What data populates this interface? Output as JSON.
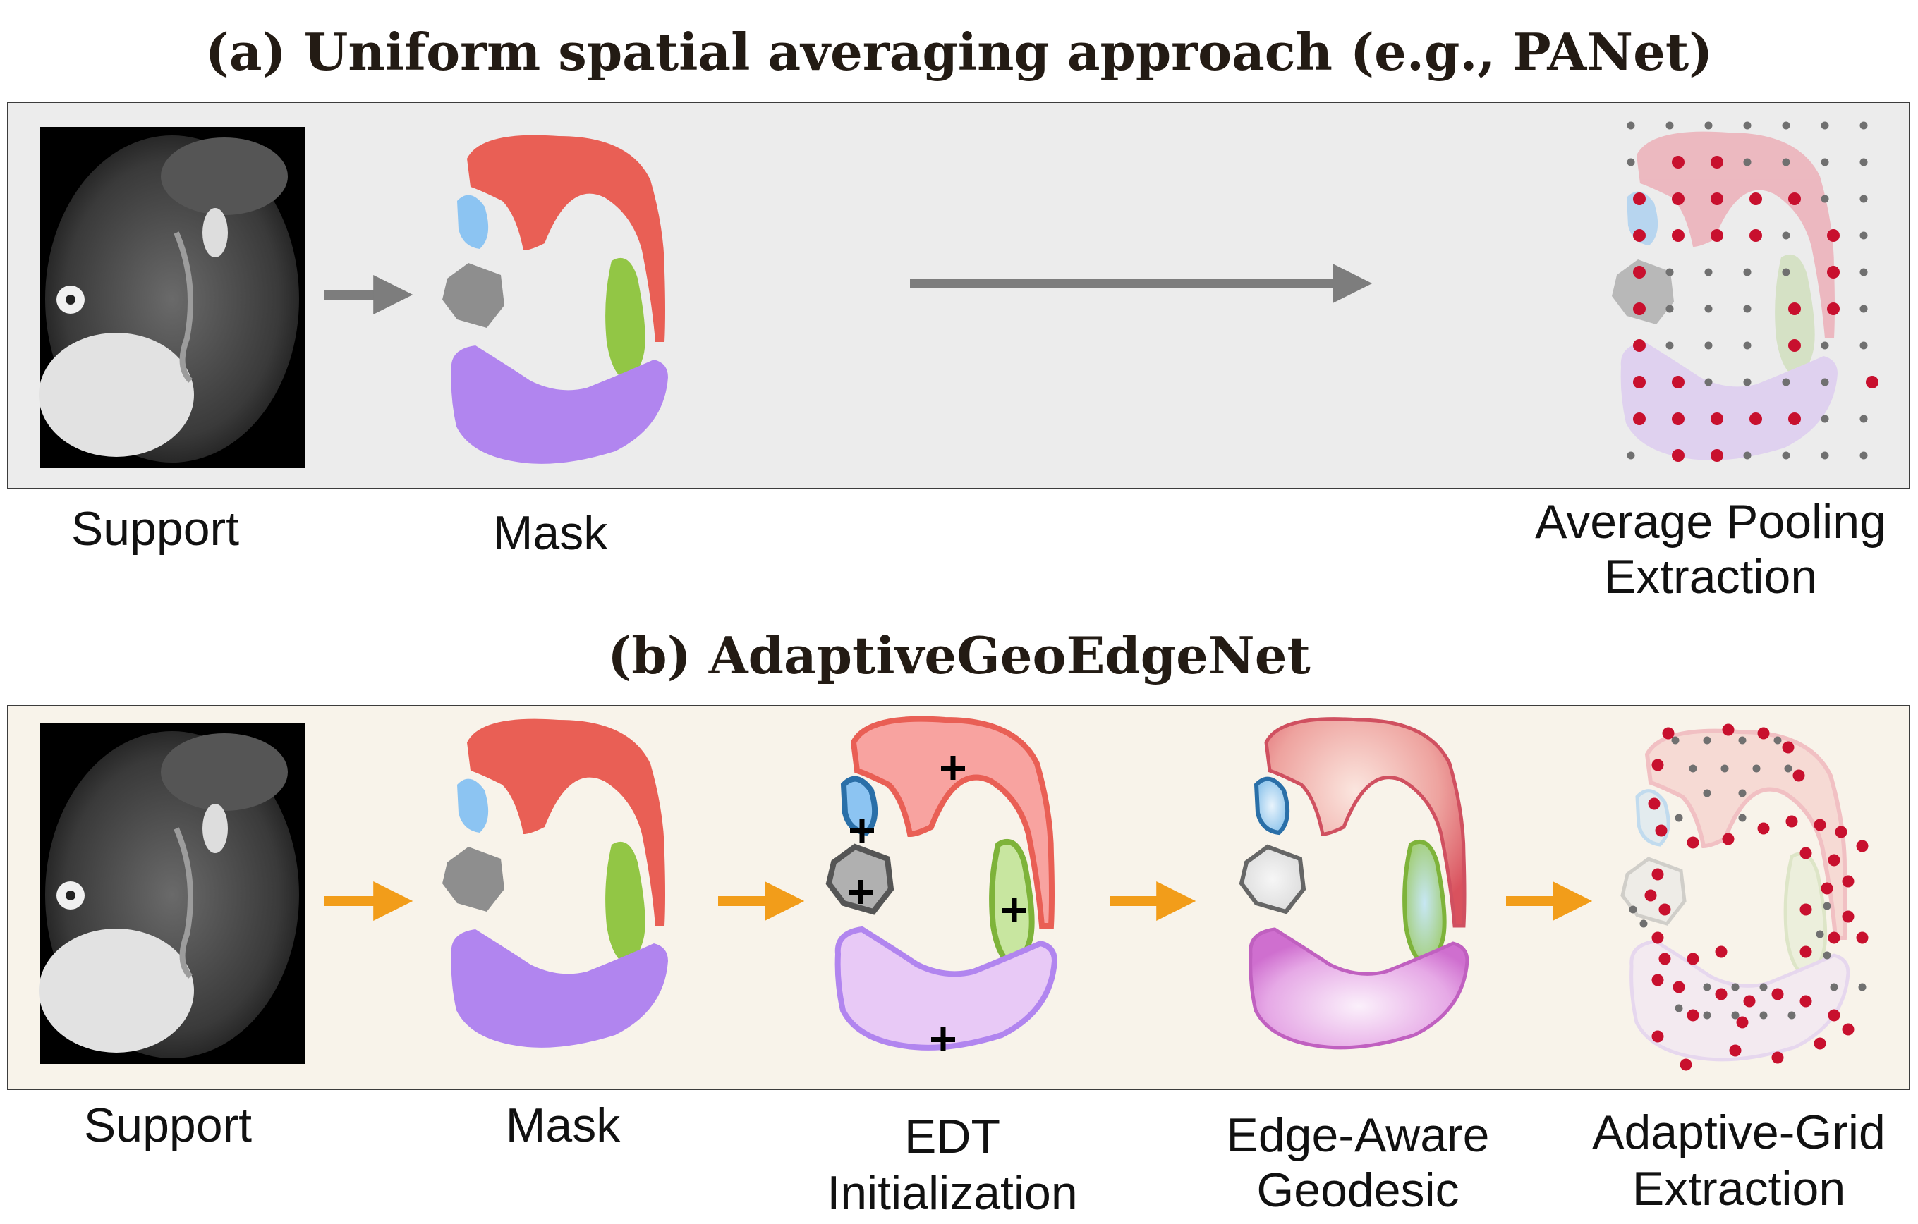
{
  "panel_a": {
    "title": "(a) Uniform spatial averaging approach (e.g., PANet)",
    "labels": {
      "support": "Support",
      "mask": "Mask",
      "avg_line1": "Average Pooling",
      "avg_line2": "Extraction"
    }
  },
  "panel_b": {
    "title": "(b)  AdaptiveGeoEdgeNet",
    "labels": {
      "support": "Support",
      "mask": "Mask",
      "edt_line1": "EDT",
      "edt_line2": "Initialization",
      "edge_line1": "Edge-Aware",
      "edge_line2": "Geodesic",
      "grid_line1": "Adaptive-Grid",
      "grid_line2": "Extraction"
    }
  },
  "colors": {
    "panel_a_bg": "#ececec",
    "panel_b_bg": "#f8f3ea",
    "liver_red": "#e95f55",
    "gallbladder_blue": "#8cc4f2",
    "kidney_gray": "#8e8e8e",
    "green_organ": "#92c645",
    "purple_organ": "#b185ef",
    "gray_arrow": "#7d7d7d",
    "orange_arrow": "#f29d1a",
    "grid_dot_gray": "#707070",
    "grid_dot_red": "#c8102e"
  }
}
